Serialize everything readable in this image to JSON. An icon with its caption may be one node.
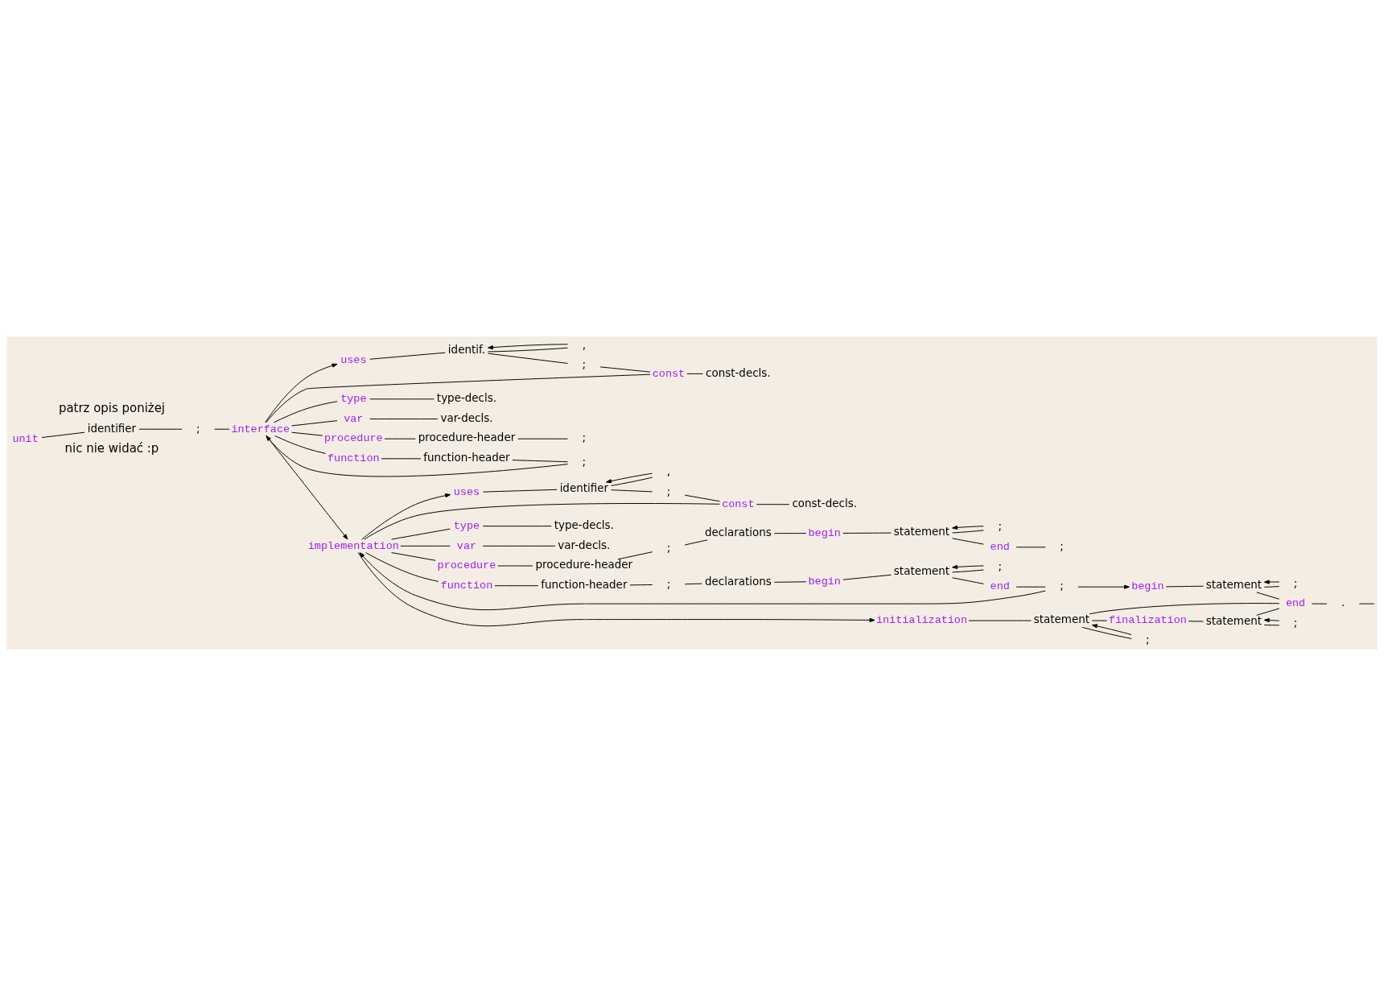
{
  "diagram": {
    "nodes": [
      {
        "text": [
          "unit"
        ]
      },
      {
        "text": [
          "identifier"
        ]
      },
      {
        "text": [
          ";"
        ]
      },
      {
        "text": [
          "interface"
        ]
      },
      {
        "text": [
          "uses"
        ]
      },
      {
        "text": [
          "identif."
        ]
      },
      {
        "text": [
          ","
        ]
      },
      {
        "text": [
          ";"
        ]
      },
      {
        "text": [
          "const"
        ]
      },
      {
        "text": [
          "const-decls."
        ]
      },
      {
        "text": [
          "type"
        ]
      },
      {
        "text": [
          "type-decls."
        ]
      },
      {
        "text": [
          "var"
        ]
      },
      {
        "text": [
          "var-decls."
        ]
      },
      {
        "text": [
          "procedure"
        ]
      },
      {
        "text": [
          "procedure-header"
        ]
      },
      {
        "text": [
          ";"
        ]
      },
      {
        "text": [
          "function"
        ]
      },
      {
        "text": [
          "function-header"
        ]
      },
      {
        "text": [
          ";"
        ]
      },
      {
        "text": [
          "implementation"
        ]
      },
      {
        "text": [
          "uses"
        ]
      },
      {
        "text": [
          "identifier"
        ]
      },
      {
        "text": [
          ","
        ]
      },
      {
        "text": [
          ";"
        ]
      },
      {
        "text": [
          "const"
        ]
      },
      {
        "text": [
          "const-decls."
        ]
      },
      {
        "text": [
          "type"
        ]
      },
      {
        "text": [
          "type-decls."
        ]
      },
      {
        "text": [
          "var"
        ]
      },
      {
        "text": [
          "var-decls."
        ]
      },
      {
        "text": [
          "procedure"
        ]
      },
      {
        "text": [
          "procedure-header"
        ]
      },
      {
        "text": [
          ";"
        ]
      },
      {
        "text": [
          "declarations"
        ]
      },
      {
        "text": [
          "begin"
        ]
      },
      {
        "text": [
          "statement"
        ]
      },
      {
        "text": [
          ";"
        ]
      },
      {
        "text": [
          "end"
        ]
      },
      {
        "text": [
          ";"
        ]
      },
      {
        "text": [
          "function"
        ]
      },
      {
        "text": [
          "function-header"
        ]
      },
      {
        "text": [
          ";"
        ]
      },
      {
        "text": [
          "declarations"
        ]
      },
      {
        "text": [
          "begin"
        ]
      },
      {
        "text": [
          "statement"
        ]
      },
      {
        "text": [
          ";"
        ]
      },
      {
        "text": [
          "end"
        ]
      },
      {
        "text": [
          ";"
        ]
      },
      {
        "text": [
          "initialization"
        ]
      },
      {
        "text": [
          "statement"
        ]
      },
      {
        "text": [
          ";"
        ]
      },
      {
        "text": [
          "begin"
        ]
      },
      {
        "text": [
          "statement"
        ]
      },
      {
        "text": [
          ";"
        ]
      },
      {
        "text": [
          "finalization"
        ]
      },
      {
        "text": [
          "statement"
        ]
      },
      {
        "text": [
          ";"
        ]
      },
      {
        "text": [
          "end"
        ]
      },
      {
        "text": [
          "."
        ]
      }
    ],
    "edges": [
      {
        "from": 0,
        "to": 1,
        "arrow": "none"
      },
      {
        "from": 1,
        "to": 2,
        "arrow": "none"
      },
      {
        "from": 2,
        "to": 3,
        "arrow": "none"
      },
      {
        "from": 3,
        "to": 4,
        "arrow": "to"
      },
      {
        "from": 4,
        "to": 5,
        "arrow": "none"
      },
      {
        "from": 5,
        "to": 6,
        "arrow": "none"
      },
      {
        "from": 6,
        "to": 5,
        "arrow": "to"
      },
      {
        "from": 5,
        "to": 7,
        "arrow": "none"
      },
      {
        "from": 7,
        "to": 8,
        "arrow": "none"
      },
      {
        "from": 3,
        "to": 8,
        "arrow": "none"
      },
      {
        "from": 8,
        "to": 9,
        "arrow": "none"
      },
      {
        "from": 3,
        "to": 10,
        "arrow": "none"
      },
      {
        "from": 10,
        "to": 11,
        "arrow": "none"
      },
      {
        "from": 3,
        "to": 12,
        "arrow": "none"
      },
      {
        "from": 12,
        "to": 13,
        "arrow": "none"
      },
      {
        "from": 3,
        "to": 14,
        "arrow": "none"
      },
      {
        "from": 14,
        "to": 15,
        "arrow": "none"
      },
      {
        "from": 15,
        "to": 16,
        "arrow": "none"
      },
      {
        "from": 3,
        "to": 17,
        "arrow": "none"
      },
      {
        "from": 17,
        "to": 18,
        "arrow": "none"
      },
      {
        "from": 18,
        "to": 19,
        "arrow": "none"
      },
      {
        "from": 19,
        "to": 3,
        "arrow": "to"
      },
      {
        "from": 3,
        "to": 20,
        "arrow": "to"
      },
      {
        "from": 20,
        "to": 21,
        "arrow": "to"
      },
      {
        "from": 21,
        "to": 22,
        "arrow": "none"
      },
      {
        "from": 22,
        "to": 23,
        "arrow": "none"
      },
      {
        "from": 23,
        "to": 22,
        "arrow": "to"
      },
      {
        "from": 22,
        "to": 24,
        "arrow": "none"
      },
      {
        "from": 24,
        "to": 25,
        "arrow": "none"
      },
      {
        "from": 20,
        "to": 25,
        "arrow": "none"
      },
      {
        "from": 25,
        "to": 26,
        "arrow": "none"
      },
      {
        "from": 20,
        "to": 27,
        "arrow": "none"
      },
      {
        "from": 27,
        "to": 28,
        "arrow": "none"
      },
      {
        "from": 20,
        "to": 29,
        "arrow": "none"
      },
      {
        "from": 29,
        "to": 30,
        "arrow": "none"
      },
      {
        "from": 20,
        "to": 31,
        "arrow": "none"
      },
      {
        "from": 31,
        "to": 32,
        "arrow": "none"
      },
      {
        "from": 32,
        "to": 33,
        "arrow": "none"
      },
      {
        "from": 33,
        "to": 34,
        "arrow": "none"
      },
      {
        "from": 34,
        "to": 35,
        "arrow": "none"
      },
      {
        "from": 35,
        "to": 36,
        "arrow": "none"
      },
      {
        "from": 36,
        "to": 37,
        "arrow": "none"
      },
      {
        "from": 37,
        "to": 36,
        "arrow": "to"
      },
      {
        "from": 36,
        "to": 38,
        "arrow": "none"
      },
      {
        "from": 38,
        "to": 39,
        "arrow": "none"
      },
      {
        "from": 20,
        "to": 40,
        "arrow": "none"
      },
      {
        "from": 40,
        "to": 41,
        "arrow": "none"
      },
      {
        "from": 41,
        "to": 42,
        "arrow": "none"
      },
      {
        "from": 42,
        "to": 43,
        "arrow": "none"
      },
      {
        "from": 43,
        "to": 44,
        "arrow": "none"
      },
      {
        "from": 44,
        "to": 45,
        "arrow": "none"
      },
      {
        "from": 45,
        "to": 46,
        "arrow": "none"
      },
      {
        "from": 46,
        "to": 45,
        "arrow": "to"
      },
      {
        "from": 45,
        "to": 47,
        "arrow": "none"
      },
      {
        "from": 47,
        "to": 48,
        "arrow": "none"
      },
      {
        "from": 48,
        "to": 20,
        "arrow": "to"
      },
      {
        "from": 20,
        "to": 49,
        "arrow": "to"
      },
      {
        "from": 48,
        "to": 52,
        "arrow": "to"
      },
      {
        "from": 49,
        "to": 50,
        "arrow": "none"
      },
      {
        "from": 50,
        "to": 51,
        "arrow": "none"
      },
      {
        "from": 51,
        "to": 50,
        "arrow": "to"
      },
      {
        "from": 50,
        "to": 55,
        "arrow": "none"
      },
      {
        "from": 50,
        "to": 58,
        "arrow": "none"
      },
      {
        "from": 55,
        "to": 56,
        "arrow": "none"
      },
      {
        "from": 56,
        "to": 57,
        "arrow": "none"
      },
      {
        "from": 57,
        "to": 56,
        "arrow": "to"
      },
      {
        "from": 56,
        "to": 58,
        "arrow": "none"
      },
      {
        "from": 52,
        "to": 53,
        "arrow": "none"
      },
      {
        "from": 53,
        "to": 54,
        "arrow": "none"
      },
      {
        "from": 54,
        "to": 53,
        "arrow": "to"
      },
      {
        "from": 53,
        "to": 58,
        "arrow": "none"
      },
      {
        "from": 58,
        "to": 59,
        "arrow": "none"
      },
      {
        "from": 59,
        "to": null,
        "arrow": "none"
      }
    ],
    "labels": [
      "nic nie widać :p",
      "patrz opis poniżej"
    ]
  }
}
